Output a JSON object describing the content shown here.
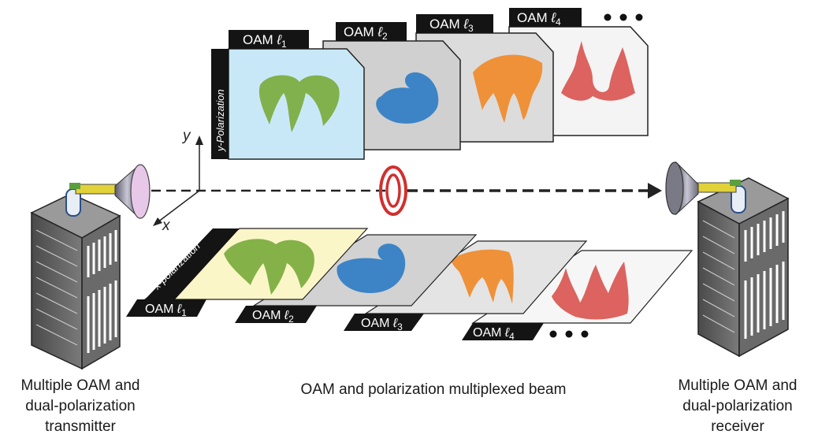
{
  "captions": {
    "transmitter": [
      "Multiple OAM and",
      "dual-polarization",
      "transmitter"
    ],
    "receiver": [
      "Multiple OAM and",
      "dual-polarization",
      "receiver"
    ],
    "beam": "OAM and polarization multiplexed beam"
  },
  "axes": {
    "y": "y",
    "x": "x"
  },
  "polarizations": {
    "y": "y-Polarization",
    "x": "x-polarization"
  },
  "oam_prefix": "OAM",
  "oam_symbol": "ℓ",
  "modes": [
    "1",
    "2",
    "3",
    "4"
  ],
  "colors": {
    "panel_y1": "#c9e8f7",
    "panel_x1": "#fbf6c8",
    "panel_gray": "#d4d4d4",
    "panel_white": "#f4f4f4",
    "green": "#7aab3e",
    "blue": "#2f7dc4",
    "orange": "#f08a2a",
    "red": "#d9534f",
    "ring": "#d0302f",
    "tab": "#141414"
  }
}
